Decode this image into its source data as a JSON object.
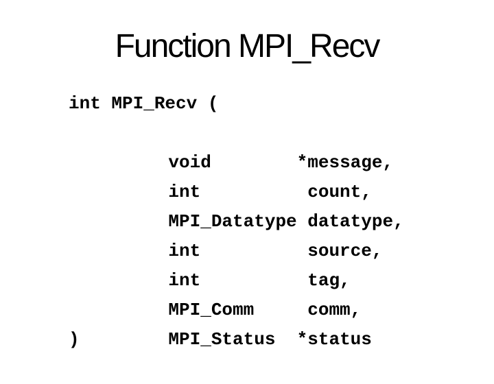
{
  "slide": {
    "title": "Function MPI_Recv",
    "code": {
      "header": "int MPI_Recv (",
      "params": [
        {
          "type": "void",
          "name": "*message,"
        },
        {
          "type": "int",
          "name": "count,"
        },
        {
          "type": "MPI_Datatype",
          "name": "datatype,"
        },
        {
          "type": "int",
          "name": "source,"
        },
        {
          "type": "int",
          "name": "tag,"
        },
        {
          "type": "MPI_Comm",
          "name": "comm,"
        },
        {
          "type": "MPI_Status",
          "name": "*status"
        }
      ],
      "footer": ")"
    },
    "colors": {
      "background": "#ffffff",
      "text": "#000000"
    }
  }
}
